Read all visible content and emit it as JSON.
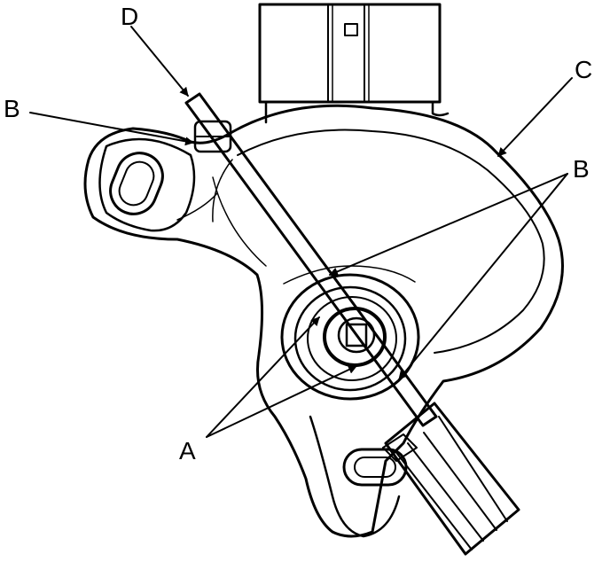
{
  "labels": {
    "a": "A",
    "b_left": "B",
    "b_right": "B",
    "c": "C",
    "d": "D"
  },
  "colors": {
    "ink": "#000000",
    "paper": "#ffffff"
  }
}
